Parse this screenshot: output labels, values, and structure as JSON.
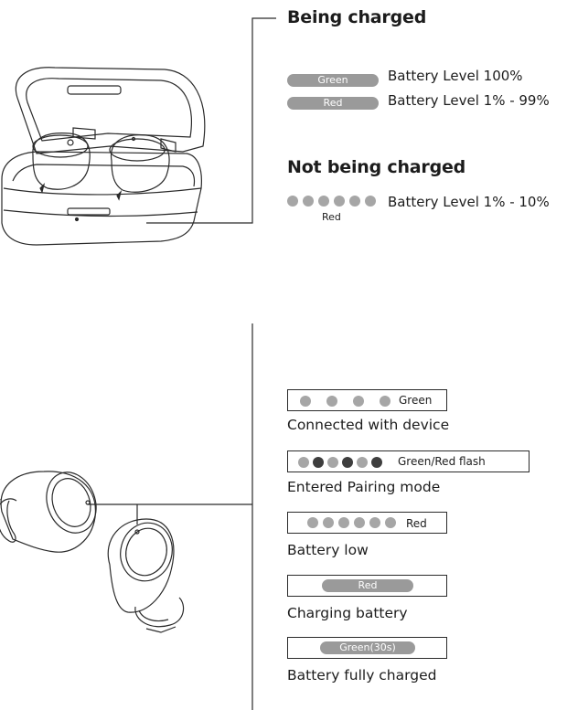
{
  "charging": {
    "heading": "Being charged",
    "rows": [
      {
        "indicator": "Green",
        "text": "Battery Level 100%"
      },
      {
        "indicator": "Red",
        "text": "Battery Level 1% - 99%"
      }
    ]
  },
  "not_charging": {
    "heading": "Not being charged",
    "indicator": "Red",
    "text": "Battery Level 1% - 10%"
  },
  "status": [
    {
      "indicator": "Green",
      "caption": "Connected with device",
      "pattern": "4 spaced green dots"
    },
    {
      "indicator": "Green/Red flash",
      "caption": "Entered Pairing mode",
      "pattern": "alternating light/dark dots"
    },
    {
      "indicator": "Red",
      "caption": "Battery low",
      "pattern": "6 close dots"
    },
    {
      "indicator": "Red",
      "caption": "Charging battery",
      "pattern": "solid bar"
    },
    {
      "indicator": "Green(30s)",
      "caption": "Battery fully charged",
      "pattern": "solid bar"
    }
  ],
  "colors": {
    "indicator_light": "#a6a6a6",
    "indicator_dark": "#3e3e3e",
    "line": "#2a2a2a"
  }
}
